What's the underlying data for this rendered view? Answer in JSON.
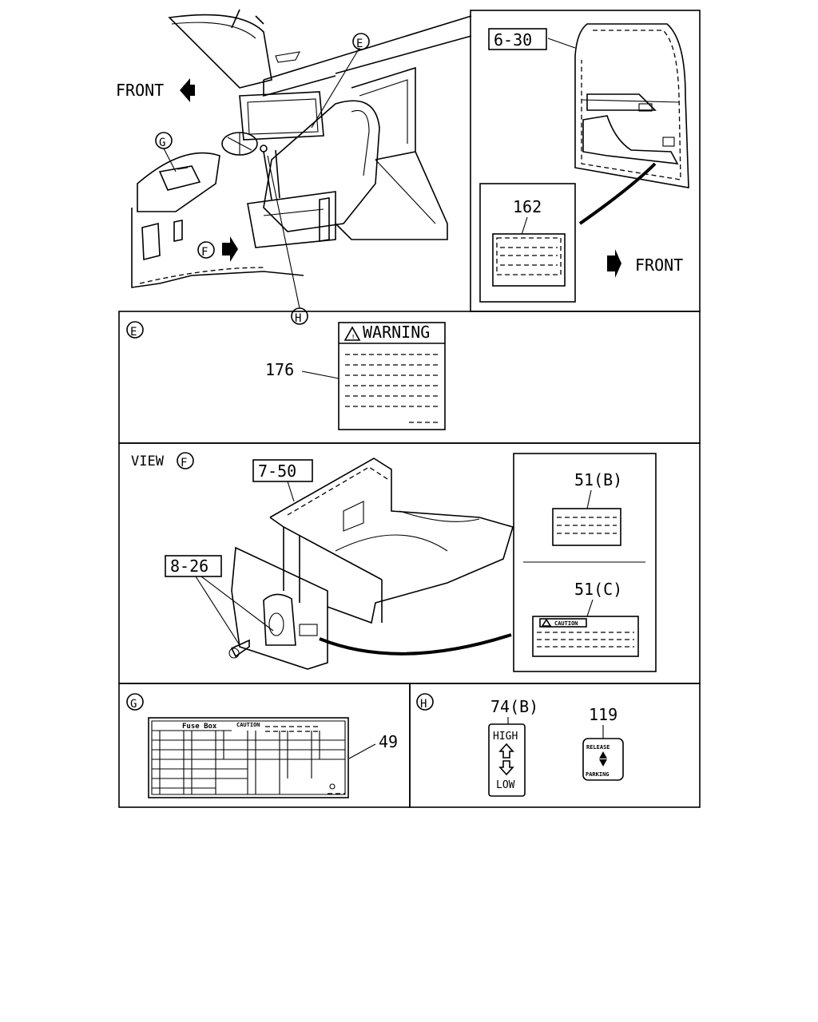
{
  "views": {
    "cab": {
      "front": "FRONT",
      "callout_e": "E",
      "callout_g": "G",
      "callout_f": "F",
      "callout_h": "H"
    },
    "door": {
      "ref": "6-30",
      "part": "162",
      "front": "FRONT"
    },
    "panel_e": {
      "tag": "E",
      "part": "176",
      "label_title": "WARNING"
    },
    "panel_f": {
      "view_text": "VIEW",
      "tag": "F",
      "ref_floor": "7-50",
      "ref_panel": "8-26",
      "part_b": "51(B)",
      "part_c": "51(C)",
      "caution_text": "CAUTION"
    },
    "panel_g": {
      "tag": "G",
      "part": "49",
      "fuse_title": "Fuse Box",
      "caution_text": "CAUTION"
    },
    "panel_h": {
      "tag": "H",
      "part_a": "74(B)",
      "high": "HIGH",
      "low": "LOW",
      "part_b": "119",
      "release": "RELEASE",
      "parking": "PARKING"
    }
  }
}
